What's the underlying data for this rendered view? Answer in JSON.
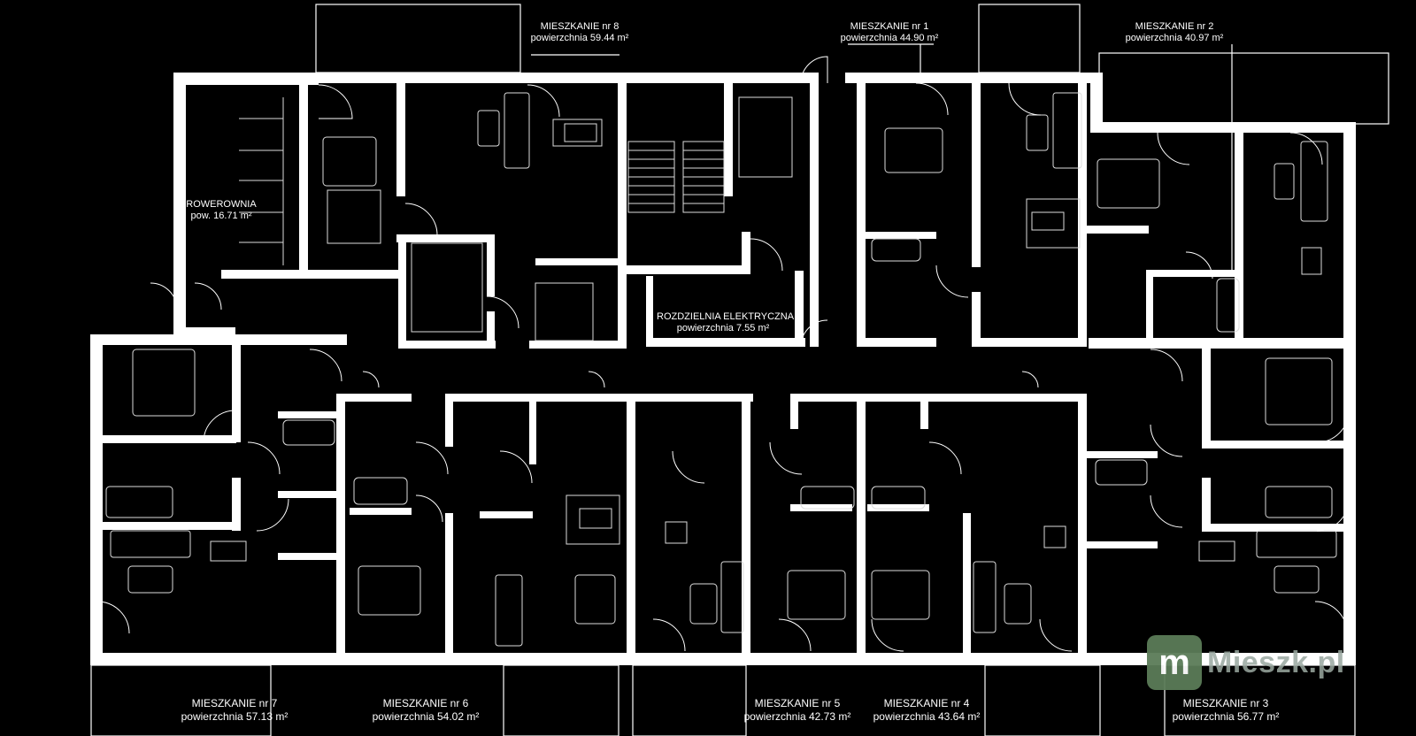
{
  "labels": {
    "m8": {
      "name": "MIESZKANIE nr 8",
      "area": "powierzchnia 59.44 m²"
    },
    "m1": {
      "name": "MIESZKANIE nr 1",
      "area": "powierzchnia 44.90 m²"
    },
    "m2": {
      "name": "MIESZKANIE nr 2",
      "area": "powierzchnia 40.97 m²"
    },
    "m7": {
      "name": "MIESZKANIE nr 7",
      "area": "powierzchnia 57.13 m²"
    },
    "m6": {
      "name": "MIESZKANIE nr 6",
      "area": "powierzchnia 54.02 m²"
    },
    "m5": {
      "name": "MIESZKANIE nr 5",
      "area": "powierzchnia 42.73 m²"
    },
    "m4": {
      "name": "MIESZKANIE nr 4",
      "area": "powierzchnia 43.64 m²"
    },
    "m3": {
      "name": "MIESZKANIE nr 3",
      "area": "powierzchnia 56.77 m²"
    },
    "bike": {
      "name": "ROWEROWNIA",
      "area": "pow. 16.71 m²"
    },
    "electric": {
      "name": "ROZDZIELNIA ELEKTRYCZNA",
      "area": "powierzchnia 7.55 m²"
    }
  },
  "watermark": {
    "badge": "m",
    "text": "Mieszk.pl"
  },
  "colors": {
    "background": "#000000",
    "walls": "#ffffff",
    "watermark_badge": "#5b7c58"
  }
}
